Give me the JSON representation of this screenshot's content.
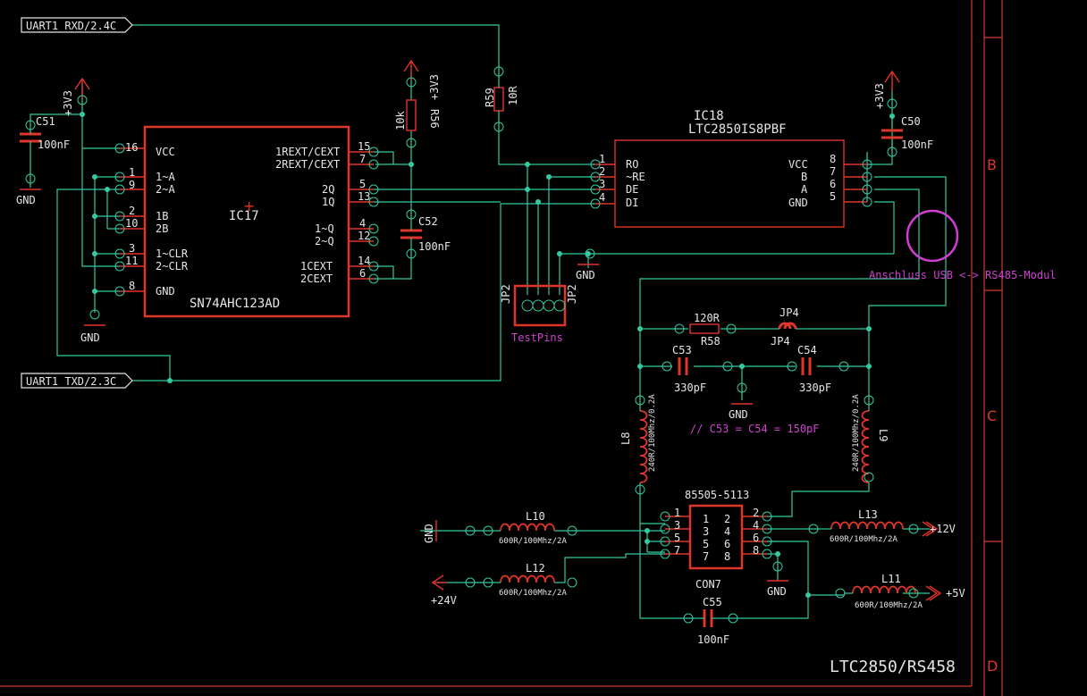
{
  "sheet": {
    "title": "LTC2850/RS458",
    "zones": [
      "B",
      "C",
      "D"
    ]
  },
  "nets": {
    "uart_rxd": "UART1_RXD/2.4C",
    "uart_txd": "UART1_TXD/2.3C",
    "v3v3": "+3V3",
    "gnd": "GND",
    "v12": "+12V",
    "v24": "+24V",
    "v5": "+5V"
  },
  "ic17": {
    "ref": "IC17",
    "value": "SN74AHC123AD",
    "left_pins": [
      {
        "num": "16",
        "name": "VCC"
      },
      {
        "num": "1",
        "name": "1~A"
      },
      {
        "num": "9",
        "name": "2~A"
      },
      {
        "num": "2",
        "name": "1B"
      },
      {
        "num": "10",
        "name": "2B"
      },
      {
        "num": "3",
        "name": "1~CLR"
      },
      {
        "num": "11",
        "name": "2~CLR"
      },
      {
        "num": "8",
        "name": "GND"
      }
    ],
    "right_pins": [
      {
        "num": "15",
        "name": "1REXT/CEXT"
      },
      {
        "num": "7",
        "name": "2REXT/CEXT"
      },
      {
        "num": "5",
        "name": "2Q"
      },
      {
        "num": "13",
        "name": "1Q"
      },
      {
        "num": "4",
        "name": "1~Q"
      },
      {
        "num": "12",
        "name": "2~Q"
      },
      {
        "num": "14",
        "name": "1CEXT"
      },
      {
        "num": "6",
        "name": "2CEXT"
      }
    ]
  },
  "ic18": {
    "ref": "IC18",
    "value": "LTC2850IS8PBF",
    "left_pins": [
      {
        "num": "1",
        "name": "RO"
      },
      {
        "num": "2",
        "name": "~RE"
      },
      {
        "num": "3",
        "name": "DE"
      },
      {
        "num": "4",
        "name": "DI"
      }
    ],
    "right_pins": [
      {
        "num": "8",
        "name": "VCC"
      },
      {
        "num": "7",
        "name": "B"
      },
      {
        "num": "6",
        "name": "A"
      },
      {
        "num": "5",
        "name": "GND"
      }
    ]
  },
  "parts": {
    "c51": {
      "ref": "C51",
      "value": "100nF"
    },
    "c50": {
      "ref": "C50",
      "value": "100nF"
    },
    "c52": {
      "ref": "C52",
      "value": "100nF"
    },
    "c53": {
      "ref": "C53",
      "value": "330pF"
    },
    "c54": {
      "ref": "C54",
      "value": "330pF"
    },
    "c55": {
      "ref": "C55",
      "value": "100nF"
    },
    "r56": {
      "ref": "R56",
      "value": "10k"
    },
    "r59": {
      "ref": "R59",
      "value": "10R"
    },
    "r58": {
      "ref": "R58",
      "value": "120R"
    },
    "jp4": {
      "ref": "JP4",
      "ref2": "JP4"
    },
    "jp2": {
      "ref": "JP2",
      "ref2": "JP2",
      "value": "TestPins"
    },
    "l8": {
      "ref": "L8",
      "value": "240R/100Mhz/0.2A"
    },
    "l9": {
      "ref": "L9",
      "value": "240R/100Mhz/0.2A"
    },
    "l10": {
      "ref": "L10",
      "value": "600R/100Mhz/2A"
    },
    "l11": {
      "ref": "L11",
      "value": "600R/100Mhz/2A"
    },
    "l12": {
      "ref": "L12",
      "value": "600R/100Mhz/2A"
    },
    "l13": {
      "ref": "L13",
      "value": "600R/100Mhz/2A"
    }
  },
  "con7": {
    "ref": "CON7",
    "value": "85505-5113",
    "pins_left": [
      "1",
      "3",
      "5",
      "7"
    ],
    "pins_right": [
      "2",
      "4",
      "6",
      "8"
    ]
  },
  "annotations": {
    "c_note": "// C53 = C54 = 150pF",
    "usb_note": "Anschluss USB <-> RS485-Modul"
  },
  "colors": {
    "wire": "#34c9a0",
    "symbol": "#e0352a",
    "text": "#e6e6e6",
    "note": "#d13fd1",
    "background": "#000000"
  }
}
